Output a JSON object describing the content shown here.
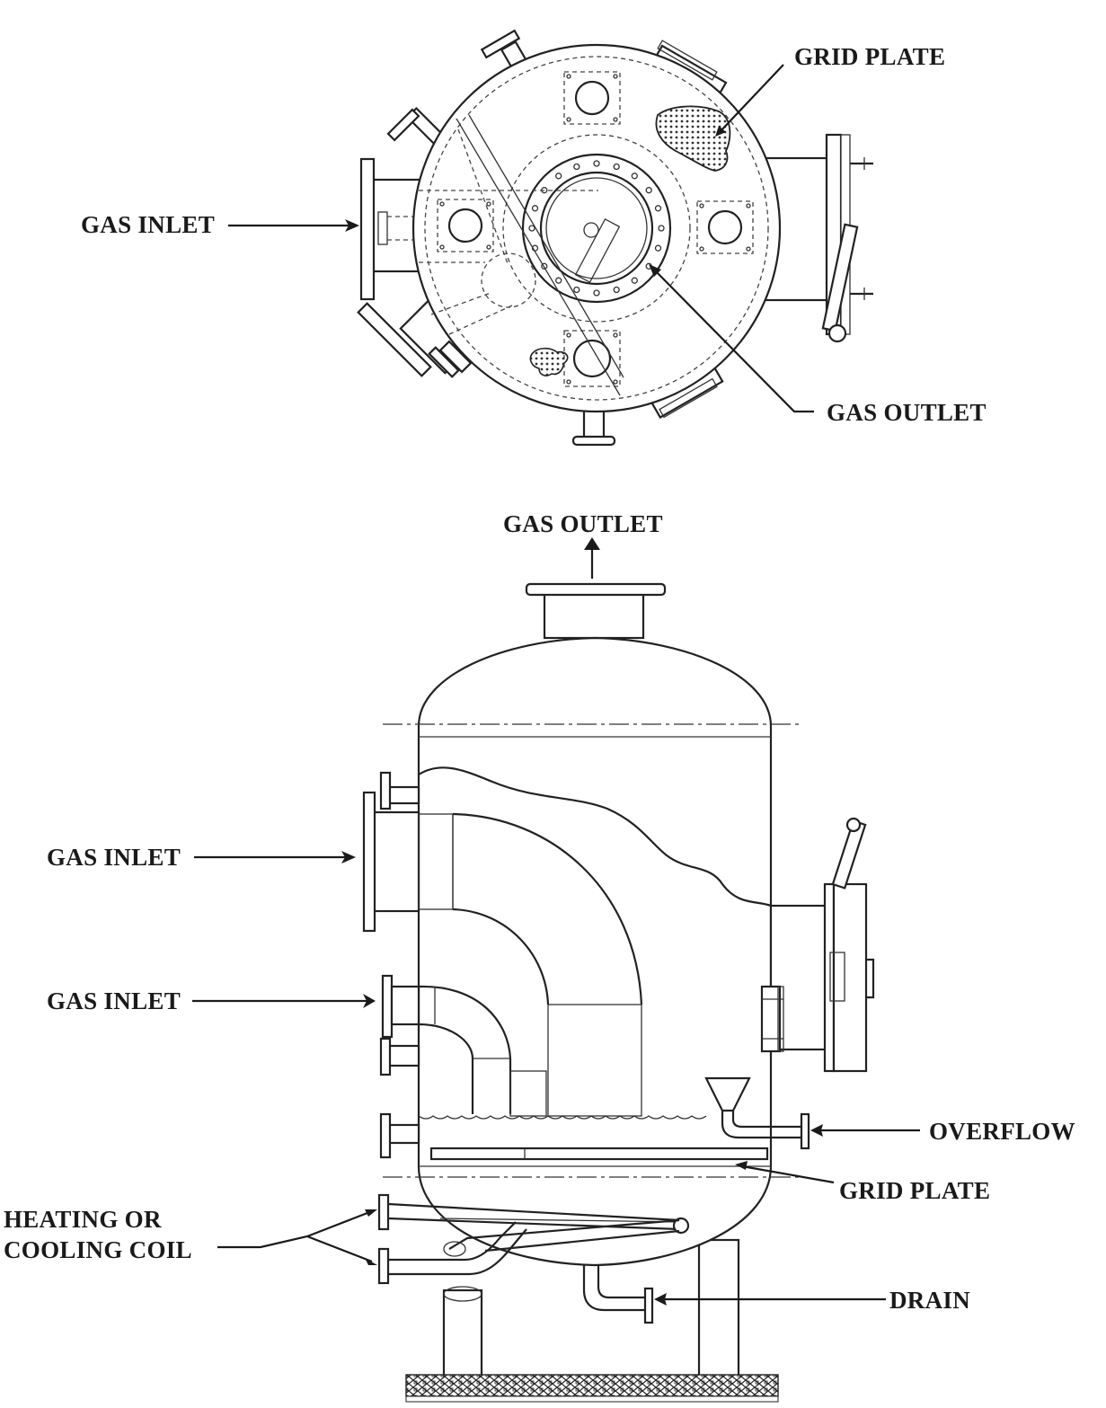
{
  "title": "",
  "plan_view": {
    "labels": {
      "grid_plate": "GRID PLATE",
      "gas_inlet": "GAS INLET",
      "gas_outlet": "GAS OUTLET"
    }
  },
  "elevation_view": {
    "labels": {
      "gas_outlet": "GAS OUTLET",
      "gas_inlet_upper": "GAS INLET",
      "gas_inlet_lower": "GAS INLET",
      "overflow": "OVERFLOW",
      "grid_plate": "GRID PLATE",
      "heating_coil_line1": "HEATING OR",
      "heating_coil_line2": "COOLING COIL",
      "drain": "DRAIN"
    }
  },
  "colors": {
    "line": "#222222",
    "background": "#ffffff"
  }
}
